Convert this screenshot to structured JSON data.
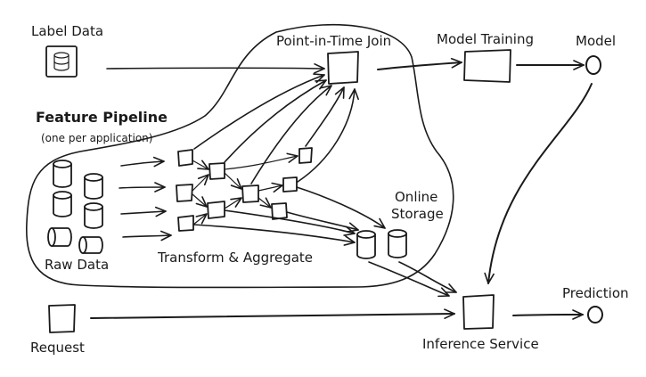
{
  "labels": {
    "label_data": "Label Data",
    "point_in_time_join": "Point-in-Time Join",
    "model_training": "Model Training",
    "model": "Model",
    "feature_pipeline": "Feature Pipeline",
    "one_per_application": "(one per application)",
    "online_storage_1": "Online",
    "online_storage_2": "Storage",
    "raw_data": "Raw Data",
    "transform_aggregate": "Transform & Aggregate",
    "prediction": "Prediction",
    "request": "Request",
    "inference_service": "Inference Service"
  }
}
